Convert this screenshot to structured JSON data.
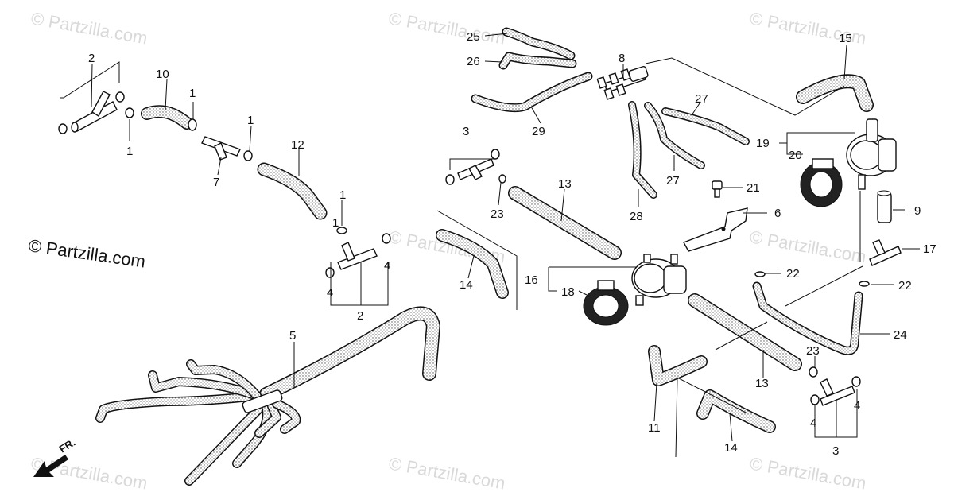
{
  "diagram": {
    "brand_label": "© Partzilla.com",
    "watermark_text": "© Partzilla.com",
    "front_arrow_label": "FR.",
    "colors": {
      "line": "#111111",
      "hose_fill": "#d9d9d9",
      "watermark": "#d9d9d9",
      "background": "#ffffff"
    },
    "callouts": [
      "1",
      "1",
      "1",
      "1",
      "1",
      "2",
      "2",
      "3",
      "3",
      "4",
      "4",
      "4",
      "4",
      "5",
      "6",
      "7",
      "8",
      "9",
      "10",
      "11",
      "12",
      "13",
      "13",
      "14",
      "14",
      "15",
      "16",
      "17",
      "18",
      "19",
      "20",
      "21",
      "22",
      "22",
      "23",
      "23",
      "24",
      "25",
      "26",
      "27",
      "27",
      "28",
      "29"
    ]
  }
}
